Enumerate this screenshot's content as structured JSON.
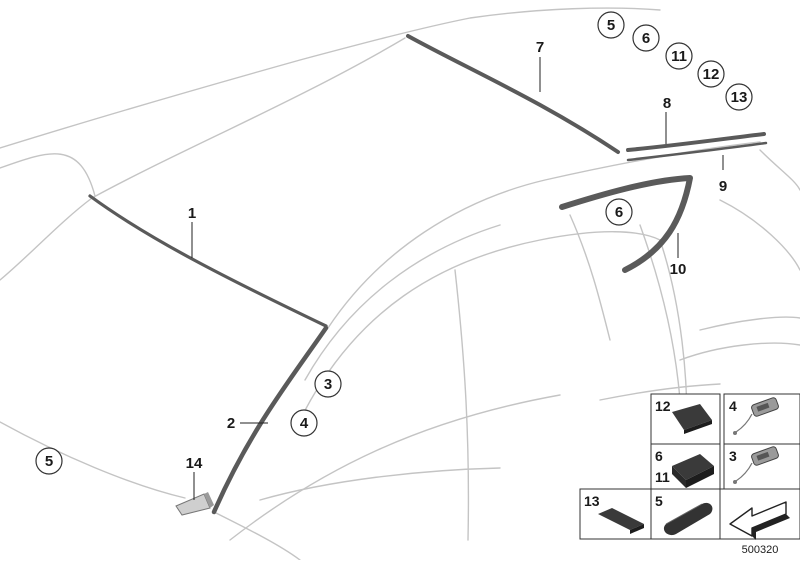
{
  "callouts": {
    "c1": "1",
    "c2": "2",
    "c3": "3",
    "c4": "4",
    "c5a": "5",
    "c5b": "5",
    "c6a": "6",
    "c6b": "6",
    "c7": "7",
    "c8": "8",
    "c9": "9",
    "c10": "10",
    "c11": "11",
    "c12": "12",
    "c13": "13",
    "c14": "14"
  },
  "inset": {
    "b12": "12",
    "b4": "4",
    "b6": "6",
    "b11": "11",
    "b3": "3",
    "b13": "13",
    "b5": "5"
  },
  "reference_number": "500320"
}
